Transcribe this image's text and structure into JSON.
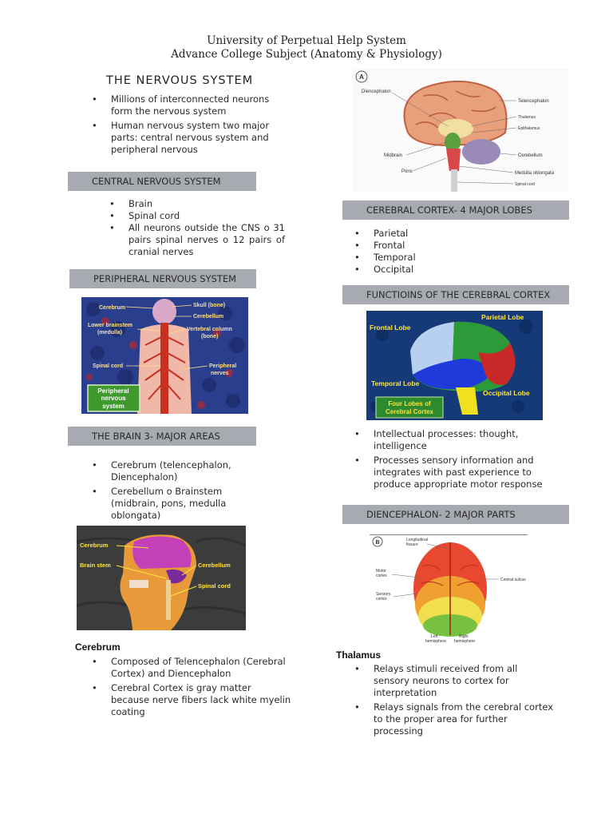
{
  "header": {
    "line1": "University of Perpetual Help System",
    "line2": "Advance College Subject (Anatomy & Physiology)"
  },
  "left": {
    "title": "THE NERVOUS SYSTEM",
    "intro": [
      "Millions of interconnected neurons form the nervous system",
      "Human nervous system two major parts: central nervous system and peripheral nervous"
    ],
    "cns": {
      "heading": "CENTRAL NERVOUS SYSTEM",
      "items": [
        "Brain",
        "Spinal cord",
        "All neurons outside the CNS o 31 pairs spinal nerves o 12 pairs of cranial nerves"
      ]
    },
    "pns": {
      "heading": "PERIPHERAL NERVOUS SYSTEM",
      "figure": {
        "cerebrum": "Cerebrum",
        "skull": "Skull (bone)",
        "cerebellum": "Cerebellum",
        "lower_brainstem": "Lower brainstem",
        "medulla": "(medulla)",
        "vertebral_column": "Vertebral column",
        "bone": "(bone)",
        "spinal_cord": "Spinal cord",
        "peripheral": "Peripheral",
        "nerves": "nerves",
        "caption1": "Peripheral",
        "caption2": "nervous",
        "caption3": "system"
      }
    },
    "brain": {
      "heading": "THE BRAIN 3- MAJOR AREAS",
      "items": [
        "Cerebrum (telencephalon, Diencephalon)",
        "Cerebellum o Brainstem (midbrain, pons, medulla oblongata)"
      ],
      "figure": {
        "cerebrum": "Cerebrum",
        "brain_stem": "Brain stem",
        "cerebellum": "Cerebellum",
        "spinal_cord": "Spinal cord"
      }
    },
    "cerebrum": {
      "heading": "Cerebrum",
      "items": [
        "Composed of Telencephalon (Cerebral Cortex) and Diencephalon",
        "Cerebral Cortex is gray matter because nerve fibers lack white myelin coating"
      ]
    }
  },
  "right": {
    "figA": {
      "tag": "A",
      "diencephalon": "Diencephalon",
      "telencephalon": "Telencephalon",
      "thalamus": "Thalamus",
      "epithalamus": "Epithalamus",
      "midbrain": "Midbrain",
      "cerebellum": "Cerebellum",
      "pons": "Pons",
      "medulla": "Medulla oblongata",
      "spinal_cord": "Spinal cord"
    },
    "cortex": {
      "heading": "CEREBRAL CORTEX- 4 MAJOR LOBES",
      "items": [
        "Parietal",
        "Frontal",
        "Temporal",
        "Occipital"
      ]
    },
    "functions": {
      "heading": "FUNCTIOINS OF THE CEREBRAL CORTEX",
      "figure": {
        "frontal": "Frontal Lobe",
        "parietal": "Parietal Lobe",
        "temporal": "Temporal Lobe",
        "occipital": "Occipital Lobe",
        "caption1": "Four Lobes of",
        "caption2": "Cerebral Cortex"
      },
      "items": [
        "Intellectual processes: thought, intelligence",
        "Processes sensory information and integrates with past experience to produce appropriate motor response"
      ]
    },
    "diencephalon": {
      "heading": "DIENCEPHALON- 2 MAJOR PARTS",
      "figure": {
        "tag": "B",
        "fissure1": "Longitudinal",
        "fissure2": "fissure",
        "motor1": "Motor",
        "motor2": "cortex",
        "sensory1": "Sensory",
        "sensory2": "cortex",
        "sulcus": "Central sulcus",
        "left1": "Left",
        "left2": "hemisphere",
        "right1": "Right",
        "right2": "hemisphere"
      }
    },
    "thalamus": {
      "heading": "Thalamus",
      "items": [
        "Relays stimuli received from all sensory neurons to cortex for interpretation",
        "Relays signals from the cerebral cortex to the proper area for further processing"
      ]
    }
  }
}
